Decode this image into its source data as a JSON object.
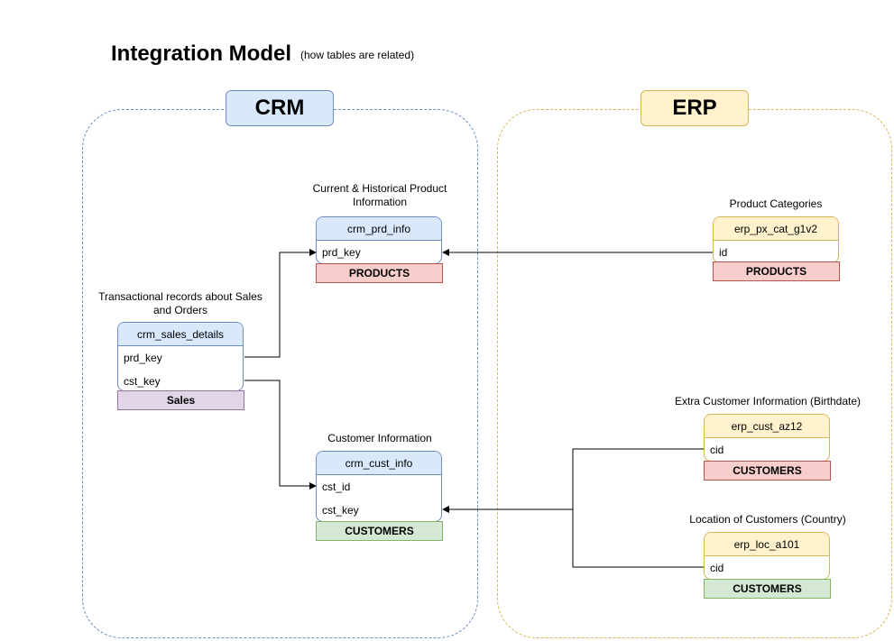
{
  "title": "Integration Model",
  "subtitle": "(how tables are related)",
  "groups": {
    "crm": {
      "label": "CRM"
    },
    "erp": {
      "label": "ERP"
    }
  },
  "tables": {
    "crm_prd_info": {
      "caption": "Current & Historical Product Information",
      "name": "crm_prd_info",
      "fields": [
        "prd_key"
      ],
      "tag": "PRODUCTS"
    },
    "crm_sales_details": {
      "caption": "Transactional records about Sales and Orders",
      "name": "crm_sales_details",
      "fields": [
        "prd_key",
        "cst_key"
      ],
      "tag": "Sales"
    },
    "crm_cust_info": {
      "caption": "Customer Information",
      "name": "crm_cust_info",
      "fields": [
        "cst_id",
        "cst_key"
      ],
      "tag": "CUSTOMERS"
    },
    "erp_px_cat_g1v2": {
      "caption": "Product Categories",
      "name": "erp_px_cat_g1v2",
      "fields": [
        "id"
      ],
      "tag": "PRODUCTS"
    },
    "erp_cust_az12": {
      "caption": "Extra Customer Information (Birthdate)",
      "name": "erp_cust_az12",
      "fields": [
        "cid"
      ],
      "tag": "CUSTOMERS"
    },
    "erp_loc_a101": {
      "caption": "Location of Customers (Country)",
      "name": "erp_loc_a101",
      "fields": [
        "cid"
      ],
      "tag": "CUSTOMERS"
    }
  },
  "colors": {
    "crm_border": "#6c8ebf",
    "crm_fill": "#dae8fc",
    "erp_border": "#d6b656",
    "erp_fill": "#fff2cc",
    "tag_products": "#f8cecc",
    "tag_sales": "#e1d5e7",
    "tag_customers_crm": "#d5e8d4",
    "tag_customers_erp_birthdate": "#f8cecc",
    "tag_customers_erp_location": "#d5e8d4"
  }
}
